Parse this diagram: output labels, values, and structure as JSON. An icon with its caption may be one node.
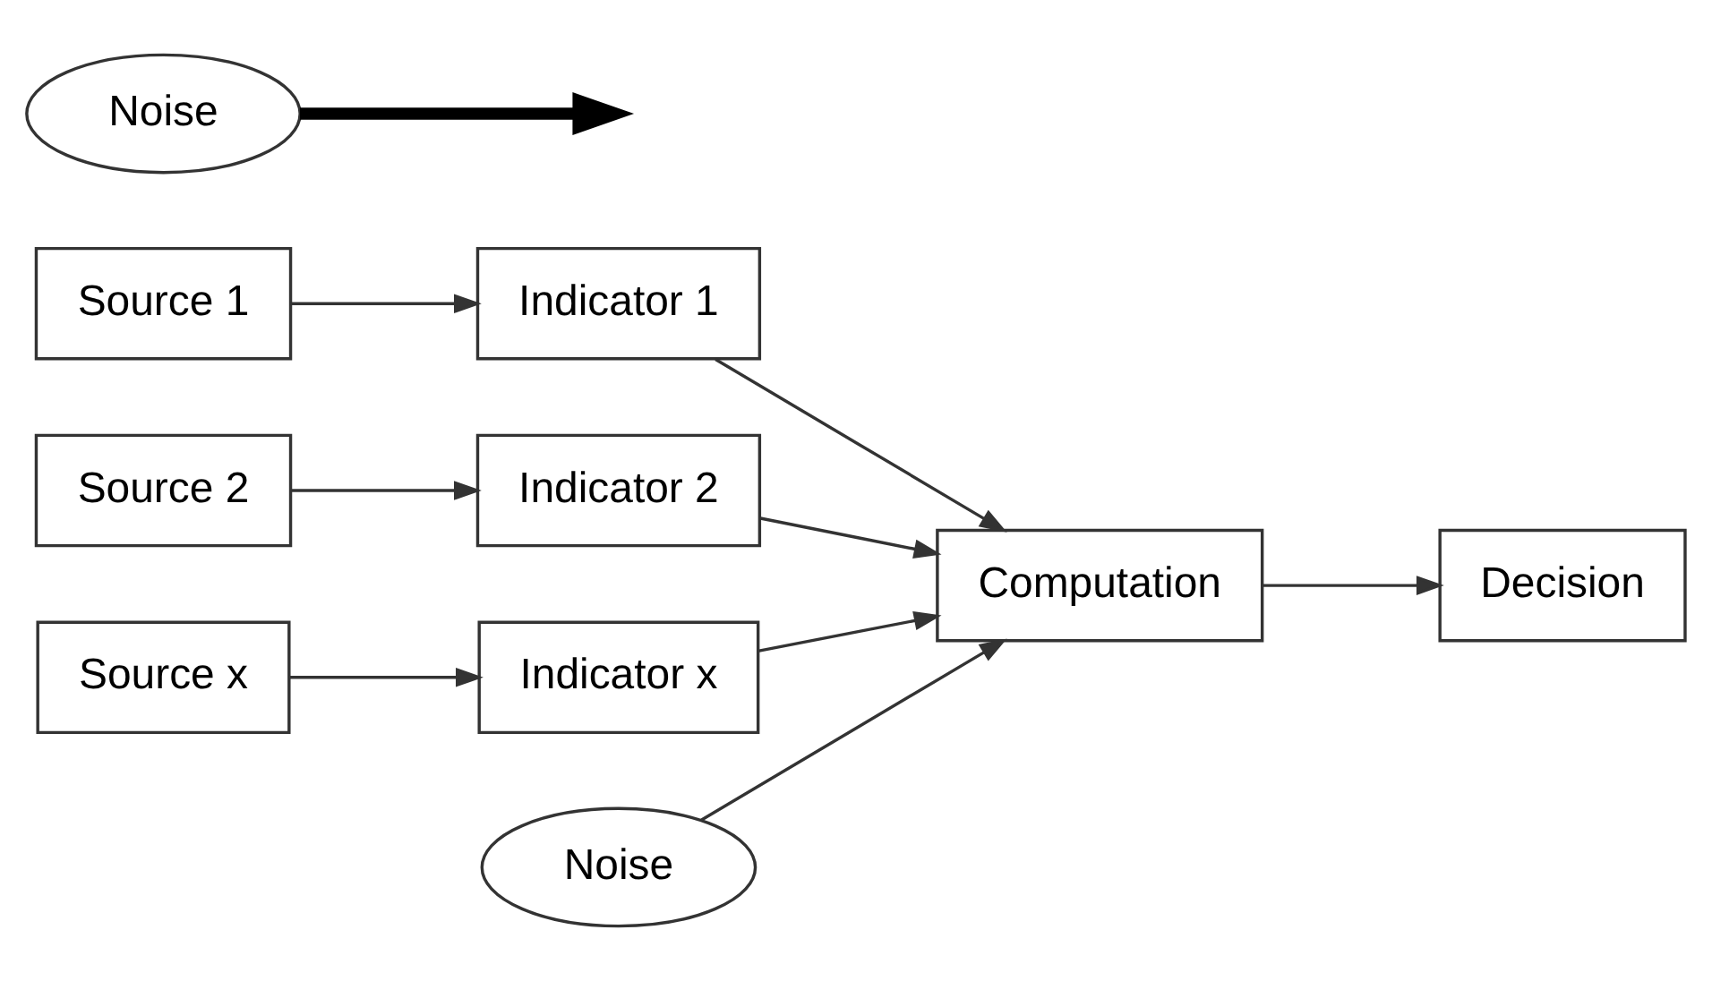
{
  "diagram": {
    "nodes": [
      {
        "text": [
          "Source 1"
        ]
      },
      {
        "text": [
          "Source 2"
        ]
      },
      {
        "text": [
          "Source x"
        ]
      },
      {
        "text": [
          "Indicator 1"
        ]
      },
      {
        "text": [
          "Indicator 2"
        ]
      },
      {
        "text": [
          "Indicator x"
        ]
      },
      {
        "text": [
          "Noise"
        ]
      },
      {
        "text": [
          "Computation"
        ]
      },
      {
        "text": [
          "Decision"
        ]
      },
      {
        "text": [
          "Noise"
        ]
      }
    ],
    "edges": [
      {
        "from": 0,
        "to": 3,
        "arrow": "to"
      },
      {
        "from": 1,
        "to": 4,
        "arrow": "to"
      },
      {
        "from": 2,
        "to": 5,
        "arrow": "to"
      },
      {
        "from": 3,
        "to": 7,
        "arrow": "to"
      },
      {
        "from": 4,
        "to": 7,
        "arrow": "to"
      },
      {
        "from": 6,
        "to": 7,
        "arrow": "to"
      },
      {
        "from": 5,
        "to": 7,
        "arrow": "to"
      },
      {
        "from": 7,
        "to": 8,
        "arrow": "to"
      },
      {
        "from": 9,
        "to": null,
        "arrow": "to",
        "style": "thick"
      }
    ]
  }
}
